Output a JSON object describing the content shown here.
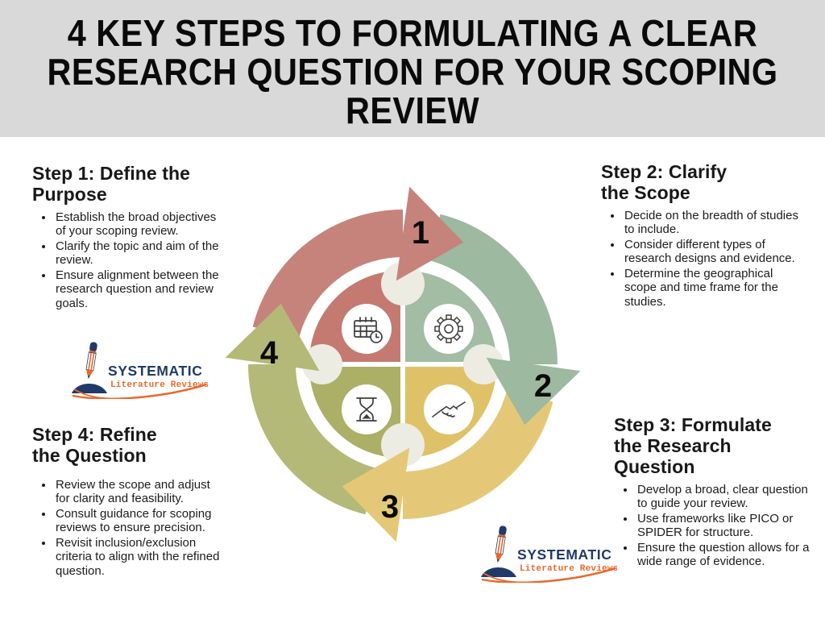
{
  "header": {
    "title": "4 KEY STEPS TO FORMULATING A CLEAR RESEARCH QUESTION FOR YOUR SCOPING REVIEW",
    "background": "#D9D9D9"
  },
  "steps": [
    {
      "heading": "Step 1: Define the\nPurpose",
      "bullets": [
        "Establish the broad objectives of your scoping review.",
        "Clarify the topic and aim of the review.",
        "Ensure alignment between the research question and review goals."
      ]
    },
    {
      "heading": "Step 2: Clarify\nthe Scope",
      "bullets": [
        "Decide on the breadth of studies to include.",
        "Consider different types of research designs and evidence.",
        "Determine the geographical scope and time frame for the studies."
      ]
    },
    {
      "heading": "Step 3: Formulate\nthe Research\nQuestion",
      "bullets": [
        "Develop a broad, clear question to guide your review.",
        "Use frameworks like PICO or SPIDER for structure.",
        "Ensure the question allows for a wide range of evidence."
      ]
    },
    {
      "heading": "Step 4: Refine\nthe Question",
      "bullets": [
        "Review the scope and adjust for clarity and feasibility.",
        "Consult guidance for scoping reviews to ensure precision.",
        "Revisit inclusion/exclusion criteria to align with the refined question."
      ]
    }
  ],
  "cycle": {
    "numbers": [
      "1",
      "2",
      "3",
      "4"
    ],
    "icons": [
      "calendar-clock-icon",
      "gear-icon",
      "hourglass-icon",
      "handshake-icon"
    ],
    "colors": {
      "band_salmon": "#C6837B",
      "quad_salmon": "#C47A71",
      "band_green": "#9DB9A0",
      "quad_green": "#A3BCA4",
      "band_yellow": "#E5C877",
      "quad_yellow": "#DFC167",
      "band_olive": "#B4B977",
      "quad_olive": "#ABB066",
      "cream": "#EDECE2",
      "number": "#0B0B0B"
    }
  },
  "logo": {
    "wordmark": "SYSTEMATIC",
    "subtitle": "Literature Reviews",
    "navy": "#203A69",
    "orange": "#E8682A"
  }
}
